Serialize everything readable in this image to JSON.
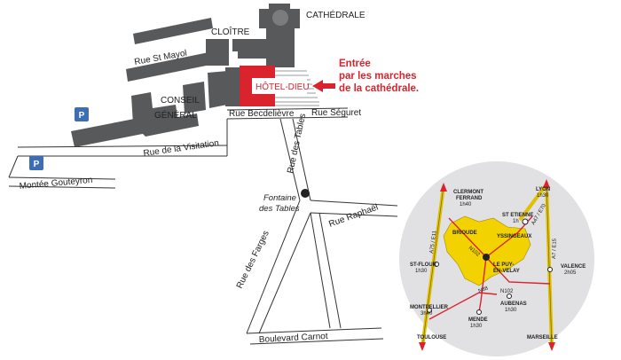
{
  "city_map": {
    "landmarks": {
      "cathedrale": "CATHÉDRALE",
      "cloitre": "CLOÎTRE",
      "conseil_line1": "CONSEIL",
      "conseil_line2": "GÉNÉRAL",
      "hotel_dieu": "HÔTEL-DIEU",
      "fontaine_line1": "Fontaine",
      "fontaine_line2": "des Tables"
    },
    "streets": {
      "st_mayol": "Rue St Mayol",
      "becdelievre": "Rue Becdelièvre",
      "seguret": "Rue Séguret",
      "visitation": "Rue de la Visitation",
      "gouteyron": "Montée Gouteyron",
      "tables": "Rue des Tables",
      "raphael": "Rue Raphaël",
      "farges": "Rue des Farges",
      "carnot": "Boulevard Carnot"
    },
    "parking_label": "P",
    "entrance_note": {
      "line1": "Entrée",
      "line2": "par les marches",
      "line3": "de la cathédrale."
    },
    "colors": {
      "building": "#58595b",
      "accent_red": "#d9232d",
      "parking_blue": "#3d6db5"
    }
  },
  "region_map": {
    "cities": {
      "clermont": "CLERMONT",
      "ferrand": "FERRAND",
      "clermont_time": "1h40",
      "lyon": "LYON",
      "lyon_time": "1h30",
      "st_etienne": "ST ETIENNE",
      "st_etienne_time": "1h",
      "brioude": "BRIOUDE",
      "yssingeaux": "YSSINGEAUX",
      "le_puy_1": "LE PUY-",
      "le_puy_2": "EN-VELAY",
      "st_flour": "ST-FLOUR",
      "st_flour_time": "1h30",
      "valence": "VALENCE",
      "valence_time": "2h05",
      "montpellier": "MONTPELLIER",
      "montpellier_time": "3h40",
      "aubenas": "AUBENAS",
      "aubenas_time": "1h30",
      "mende": "MENDE",
      "mende_time": "1h30",
      "toulouse": "TOULOUSE",
      "marseille": "MARSEILLE"
    },
    "roads": {
      "a75": "A75 / E11",
      "a47": "A47 / E70",
      "a7": "A7 / E15",
      "n102": "N102",
      "n88": "N88"
    },
    "colors": {
      "region_fill": "#f2d200",
      "disc_fill": "#e1e1e3",
      "highway": "#e0c000",
      "road_red": "#d9232d"
    }
  }
}
